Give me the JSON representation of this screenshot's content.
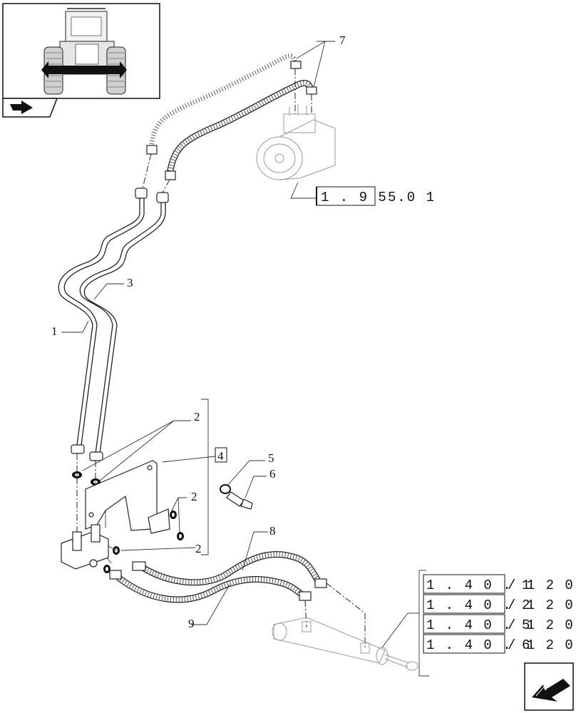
{
  "callouts": {
    "c1": "1",
    "c2a": "2",
    "c2b": "2",
    "c2c": "2",
    "c3": "3",
    "c4": "4",
    "c5": "5",
    "c6": "6",
    "c7": "7",
    "c8": "8",
    "c9": "9"
  },
  "references": {
    "steering_unit": [
      "1 . 9 5 .",
      "5   0 1"
    ],
    "cylinder": [
      [
        "1 . 4 0 . 1",
        "/ 1 2   0"
      ],
      [
        "1 . 4 0 . 2",
        "/ 1 2   0"
      ],
      [
        "1 . 4 0 . 5",
        "/ 1 2   0"
      ],
      [
        "1 . 4 0 . 6",
        "/ 1 2   0"
      ]
    ]
  },
  "icons": {
    "thumbnail": "tractor-front-view-icon",
    "back_arrow": "back-arrow-icon",
    "next_arrow": "next-page-arrow-icon"
  }
}
